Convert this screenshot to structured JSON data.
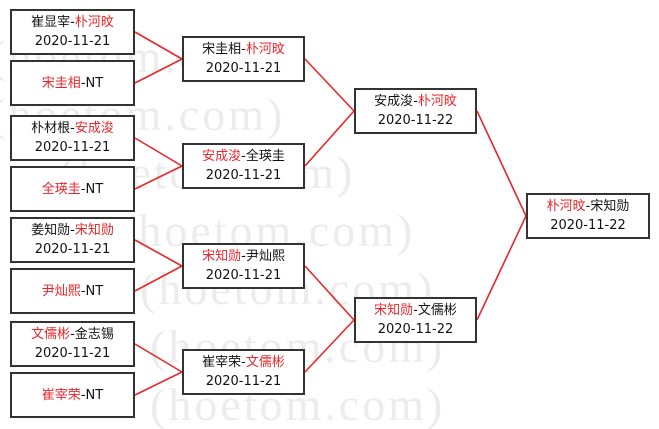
{
  "watermark": [
    "(hoetom.com)",
    "(hoetom.com)",
    "(hoetom.com)",
    "(hoetom.com)",
    "(hoetom.com)",
    "(hoetom.com)",
    "(hoetom.com)"
  ],
  "watermark_prefix": "",
  "colors": {
    "winner": "#e8262b",
    "text": "#111111",
    "line": "#e8262b",
    "border": "#333333"
  },
  "round1": [
    {
      "p1": "崔显宰",
      "sep": "-",
      "p2": "朴河旼",
      "winner": 2,
      "date": "2020-11-21"
    },
    {
      "p1": "宋圭相",
      "sep": "-",
      "p2": "NT",
      "winner": 1,
      "date": ""
    },
    {
      "p1": "朴材根",
      "sep": "-",
      "p2": "安成浚",
      "winner": 2,
      "date": "2020-11-21"
    },
    {
      "p1": "全瑛圭",
      "sep": "-",
      "p2": "NT",
      "winner": 1,
      "date": ""
    },
    {
      "p1": "姜知勋",
      "sep": "-",
      "p2": "宋知勋",
      "winner": 2,
      "date": "2020-11-21"
    },
    {
      "p1": "尹灿熙",
      "sep": "-",
      "p2": "NT",
      "winner": 1,
      "date": ""
    },
    {
      "p1": "文儒彬",
      "sep": "-",
      "p2": "金志锡",
      "winner": 1,
      "date": "2020-11-21"
    },
    {
      "p1": "崔宰荣",
      "sep": "-",
      "p2": "NT",
      "winner": 1,
      "date": ""
    }
  ],
  "round2": [
    {
      "p1": "宋圭相",
      "sep": "-",
      "p2": "朴河旼",
      "winner": 2,
      "date": "2020-11-21"
    },
    {
      "p1": "安成浚",
      "sep": "-",
      "p2": "全瑛圭",
      "winner": 1,
      "date": "2020-11-21"
    },
    {
      "p1": "宋知勋",
      "sep": "-",
      "p2": "尹灿熙",
      "winner": 1,
      "date": "2020-11-21"
    },
    {
      "p1": "崔宰荣",
      "sep": "-",
      "p2": "文儒彬",
      "winner": 2,
      "date": "2020-11-21"
    }
  ],
  "round3": [
    {
      "p1": "安成浚",
      "sep": "-",
      "p2": "朴河旼",
      "winner": 2,
      "date": "2020-11-22"
    },
    {
      "p1": "宋知勋",
      "sep": "-",
      "p2": "文儒彬",
      "winner": 1,
      "date": "2020-11-22"
    }
  ],
  "final": [
    {
      "p1": "朴河旼",
      "sep": "-",
      "p2": "宋知勋",
      "winner": 1,
      "date": "2020-11-22"
    }
  ]
}
